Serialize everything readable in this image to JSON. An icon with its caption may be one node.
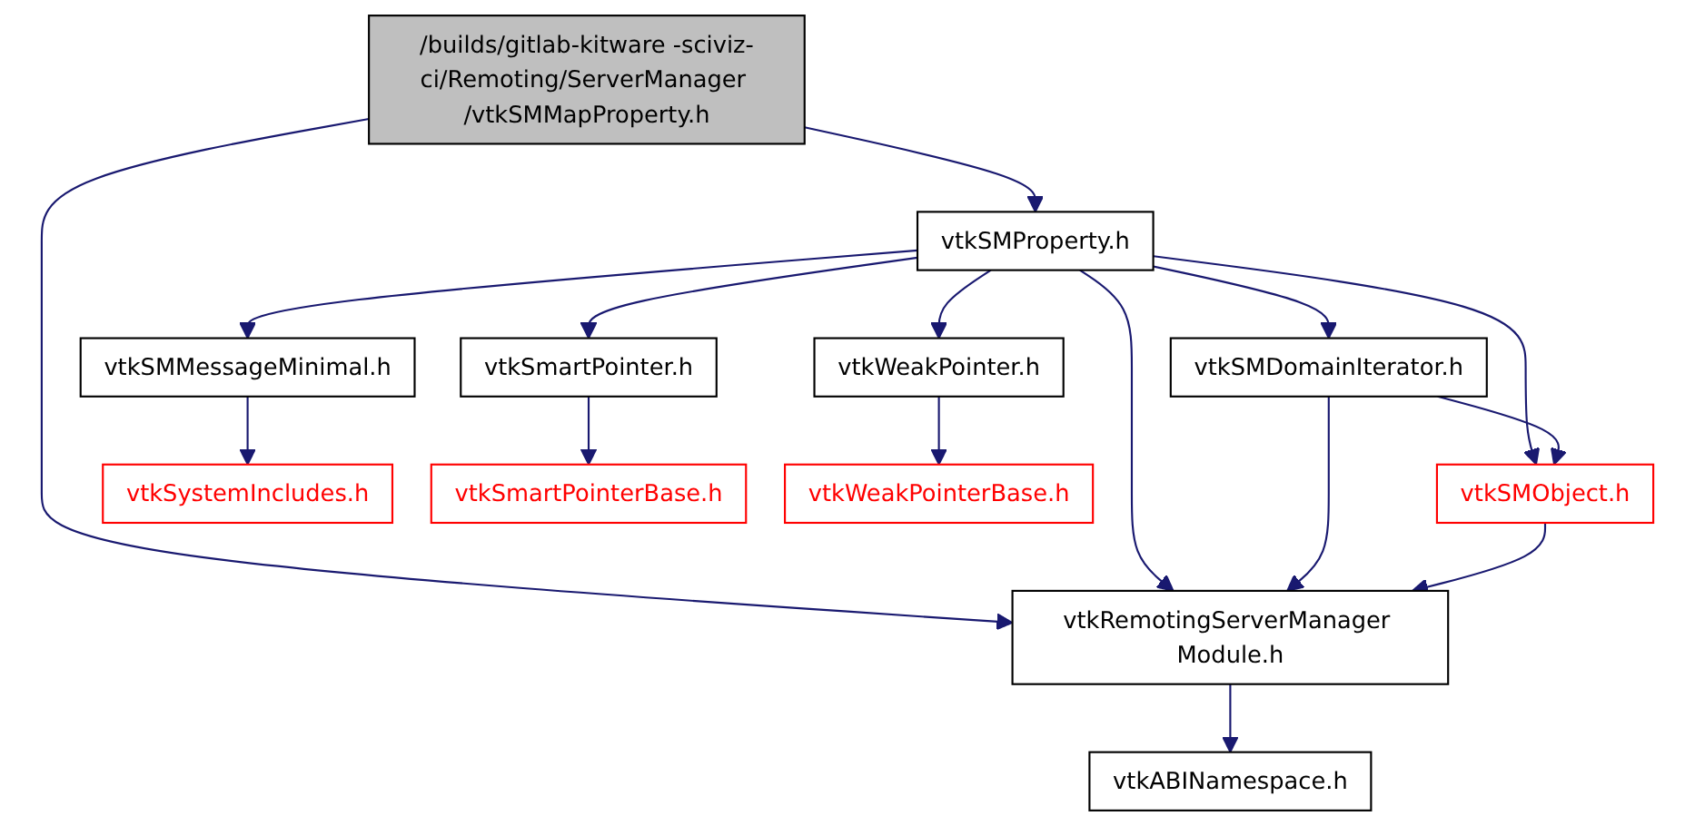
{
  "diagram": {
    "nodes": [
      {
        "text": [
          "/builds/gitlab-kitware -sciviz-ci/Remoting/ServerManager /vtkSMMapProperty.h"
        ]
      },
      {
        "text": [
          "vtkSMProperty.h"
        ]
      },
      {
        "text": [
          "vtkSMDomainIterator.h"
        ]
      },
      {
        "text": [
          "vtkSMMessageMinimal.h"
        ]
      },
      {
        "text": [
          "vtkSmartPointer.h"
        ]
      },
      {
        "text": [
          "vtkWeakPointer.h"
        ]
      },
      {
        "text": [
          "vtkSMObject.h"
        ]
      },
      {
        "text": [
          "vtkSystemIncludes.h"
        ]
      },
      {
        "text": [
          "vtkSmartPointerBase.h"
        ]
      },
      {
        "text": [
          "vtkWeakPointerBase.h"
        ]
      },
      {
        "text": [
          "vtkRemotingServerManager Module.h"
        ]
      },
      {
        "text": [
          "vtkABINamespace.h"
        ]
      }
    ],
    "edges": [
      {
        "from": 0,
        "to": 10,
        "arrow": "to"
      },
      {
        "from": 0,
        "to": 1,
        "arrow": "to"
      },
      {
        "from": 1,
        "to": 10,
        "arrow": "to"
      },
      {
        "from": 1,
        "to": 2,
        "arrow": "to"
      },
      {
        "from": 1,
        "to": 6,
        "arrow": "to"
      },
      {
        "from": 1,
        "to": 3,
        "arrow": "to"
      },
      {
        "from": 1,
        "to": 4,
        "arrow": "to"
      },
      {
        "from": 1,
        "to": 5,
        "arrow": "to"
      },
      {
        "from": 2,
        "to": 6,
        "arrow": "to"
      },
      {
        "from": 2,
        "to": 10,
        "arrow": "to"
      },
      {
        "from": 6,
        "to": 10,
        "arrow": "to"
      },
      {
        "from": 3,
        "to": 7,
        "arrow": "to"
      },
      {
        "from": 4,
        "to": 8,
        "arrow": "to"
      },
      {
        "from": 5,
        "to": 9,
        "arrow": "to"
      },
      {
        "from": 10,
        "to": 11,
        "arrow": "to"
      }
    ]
  }
}
